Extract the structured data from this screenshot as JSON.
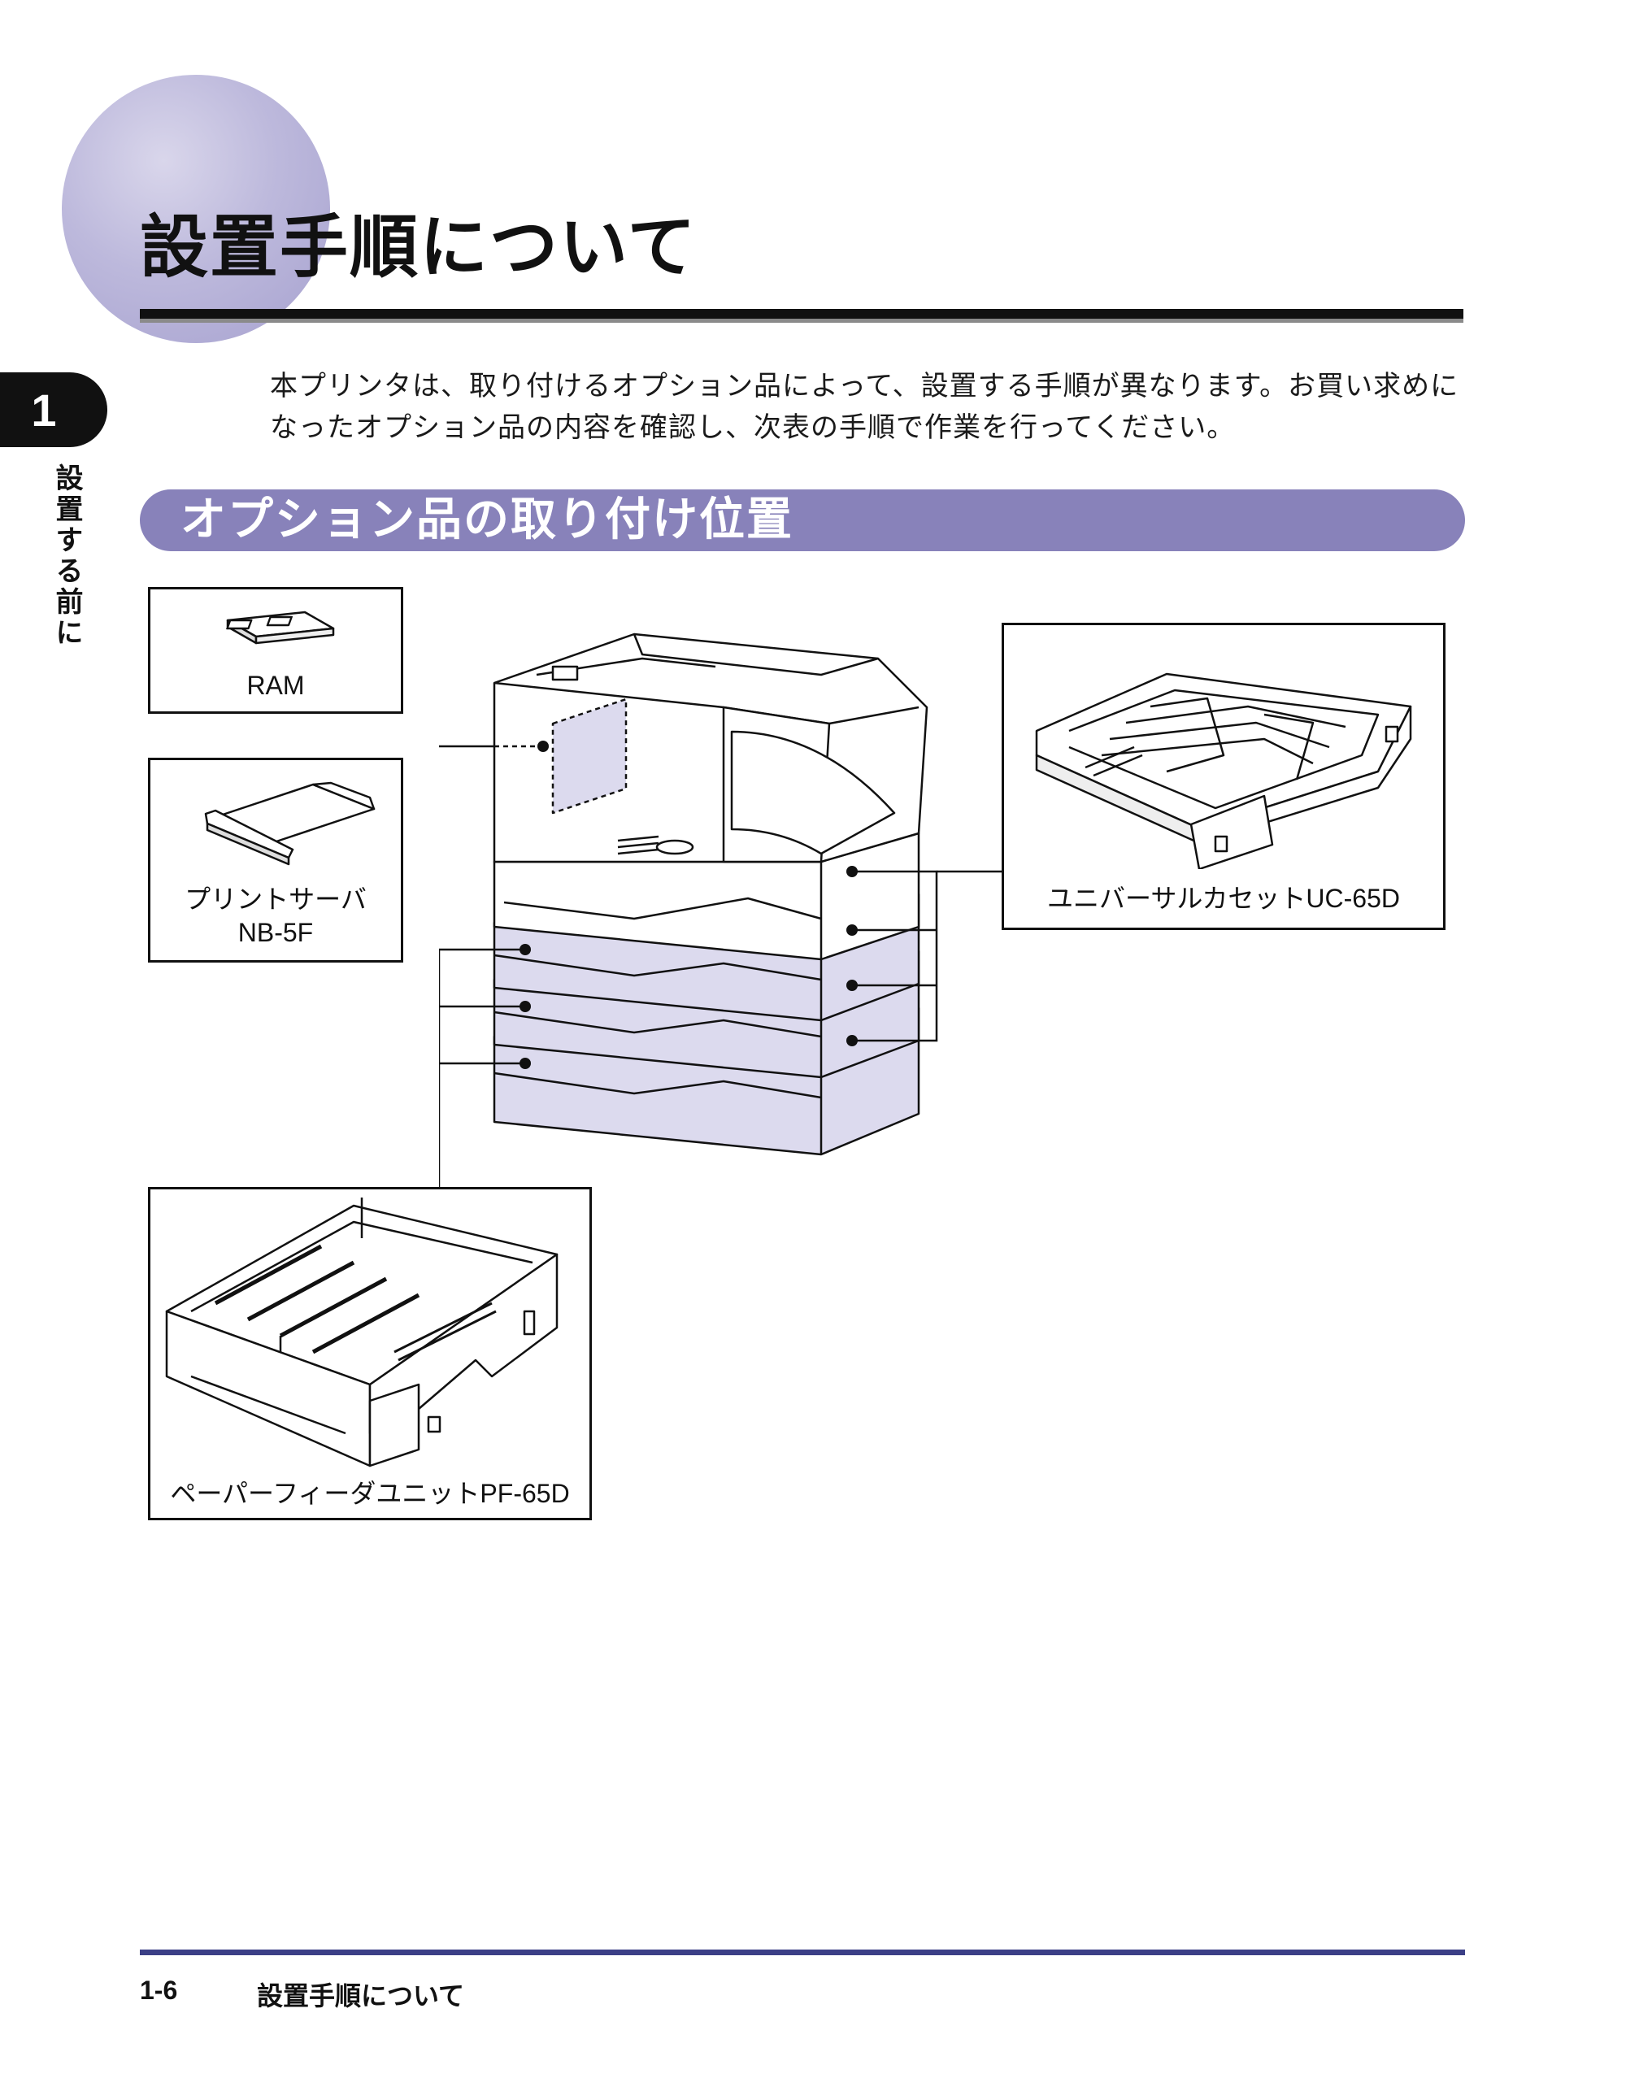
{
  "page": {
    "title": "設置手順について",
    "chapter_number": "1",
    "chapter_title": "設置する前に"
  },
  "intro_text": "本プリンタは、取り付けるオプション品によって、設置する手順が異なります。お買い求めになったオプション品の内容を確認し、次表の手順で作業を行ってください。",
  "section": {
    "title": "オプション品の取り付け位置"
  },
  "figure": {
    "options": {
      "ram": "RAM",
      "print_server_line1": "プリントサーバ",
      "print_server_line2": "NB-5F",
      "universal_cassette": "ユニバーサルカセットUC-65D",
      "paper_feeder": "ペーパーフィーダユニットPF-65D"
    }
  },
  "footer": {
    "page_number": "1-6",
    "title": "設置手順について"
  },
  "colors": {
    "accent_purple": "#8882ba",
    "tray_fill": "#dcdaee",
    "footer_rule": "#3b3f86"
  }
}
